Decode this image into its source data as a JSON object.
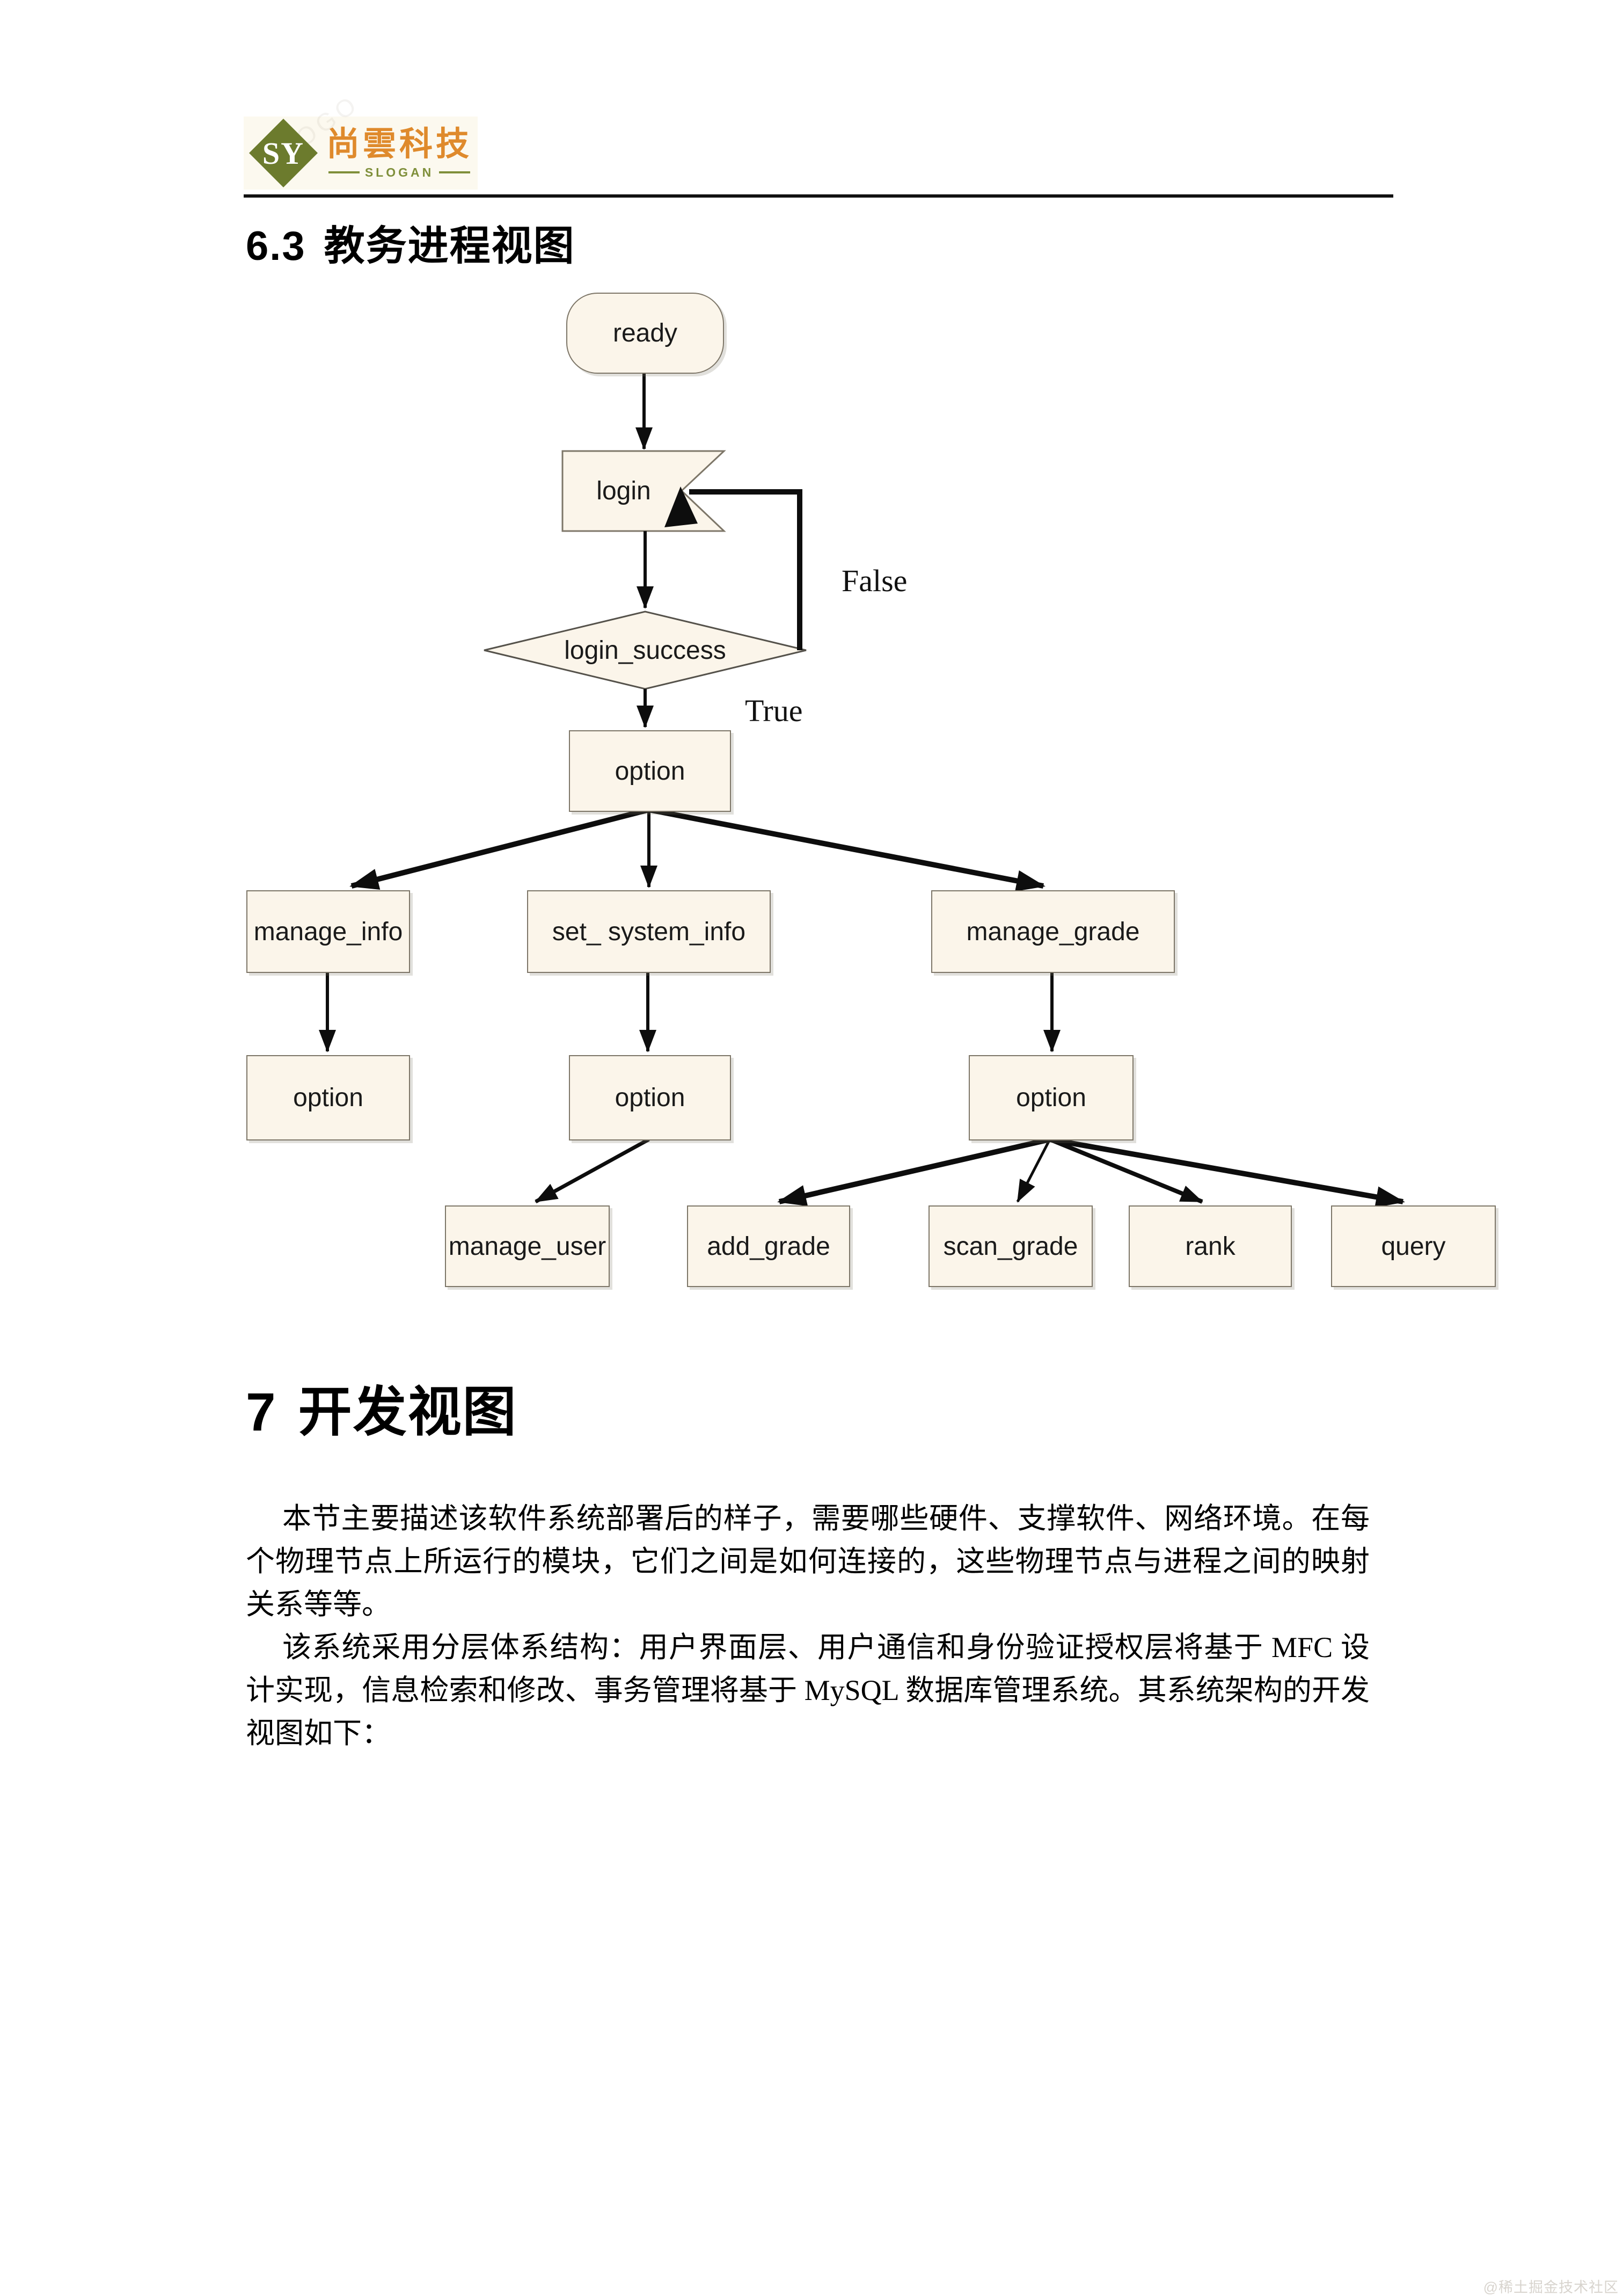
{
  "logo": {
    "monogram": "SY",
    "company": "尚雲科技",
    "slogan": "SLOGAN",
    "colors": {
      "diamond": "#6c7b2d",
      "company": "#df8a2c",
      "slogan": "#7f8f3a"
    }
  },
  "sections": {
    "s63": {
      "number": "6.3",
      "title": "教务进程视图"
    },
    "s7": {
      "number": "7",
      "title": "开发视图"
    }
  },
  "flowchart": {
    "node_fill": "#fbf5ea",
    "nodes": {
      "ready": "ready",
      "login": "login",
      "login_success": "login_success",
      "option_main": "option",
      "manage_info": "manage_info",
      "set_system_info": "set_ system_info",
      "manage_grade": "manage_grade",
      "option_left": "option",
      "option_mid": "option",
      "option_right": "option",
      "manage_user": "manage_user",
      "add_grade": "add_grade",
      "scan_grade": "scan_grade",
      "rank": "rank",
      "query": "query"
    },
    "edge_labels": {
      "false": "False",
      "true": "True"
    },
    "edges": [
      {
        "from": "ready",
        "to": "login"
      },
      {
        "from": "login",
        "to": "login_success"
      },
      {
        "from": "login_success",
        "to": "login",
        "label": "False"
      },
      {
        "from": "login_success",
        "to": "option_main",
        "label": "True"
      },
      {
        "from": "option_main",
        "to": "manage_info"
      },
      {
        "from": "option_main",
        "to": "set_system_info"
      },
      {
        "from": "option_main",
        "to": "manage_grade"
      },
      {
        "from": "manage_info",
        "to": "option_left"
      },
      {
        "from": "set_system_info",
        "to": "option_mid"
      },
      {
        "from": "manage_grade",
        "to": "option_right"
      },
      {
        "from": "option_mid",
        "to": "manage_user"
      },
      {
        "from": "option_right",
        "to": "add_grade"
      },
      {
        "from": "option_right",
        "to": "scan_grade"
      },
      {
        "from": "option_right",
        "to": "rank"
      },
      {
        "from": "option_right",
        "to": "query"
      }
    ]
  },
  "body": {
    "p1": "本节主要描述该软件系统部署后的样子，需要哪些硬件、支撑软件、网络环境。在每个物理节点上所运行的模块，它们之间是如何连接的，这些物理节点与进程之间的映射关系等等。",
    "p2": "该系统采用分层体系结构：用户界面层、用户通信和身份验证授权层将基于 MFC 设计实现，信息检索和修改、事务管理将基于 MySQL 数据库管理系统。其系统架构的开发视图如下："
  },
  "watermark": "@稀土掘金技术社区"
}
